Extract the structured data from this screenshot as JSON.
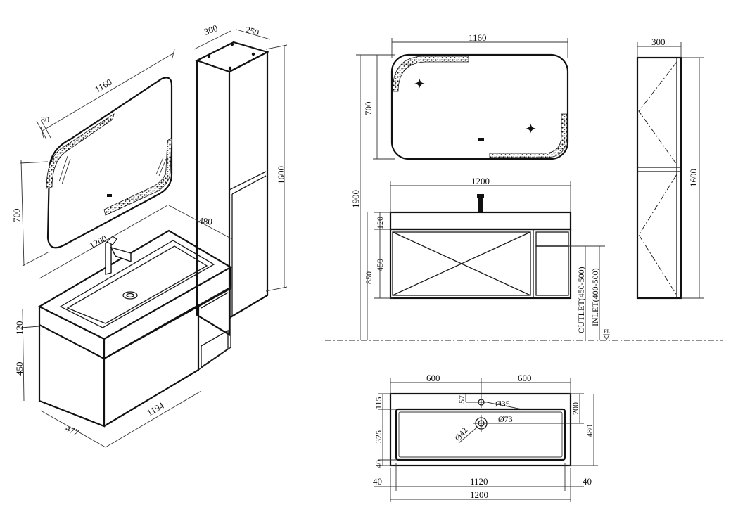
{
  "iso": {
    "mirror_width": "1160",
    "mirror_height": "700",
    "mirror_depth": "30",
    "vanity_width": "1200",
    "vanity_depth": "480",
    "top_height": "120",
    "drawer_height": "450",
    "base_depth": "477",
    "base_width": "1194",
    "tall_width": "300",
    "tall_depth": "250",
    "tall_height": "1600"
  },
  "front": {
    "mirror_width": "1160",
    "mirror_height": "700",
    "basin_width": "1200",
    "top_height": "120",
    "drawer_height": "450",
    "floor_to_top": "850",
    "overall_height": "1900",
    "outlet_label": "OUTLET(450-500)",
    "inlet_label": "INLET(400-500)",
    "floor_label": "FL"
  },
  "side": {
    "width": "300",
    "height": "1600"
  },
  "plan": {
    "left_half": "600",
    "right_half": "600",
    "top_margin": "115",
    "tap_offset": "57",
    "tap_hole": "Ø35",
    "drain_hole": "Ø73",
    "drain_inner": "Ø42",
    "front_to_drain": "200",
    "depth": "480",
    "bowl_depth": "325",
    "bottom_margin": "40",
    "left_margin": "40",
    "bowl_width": "1120",
    "right_margin": "40",
    "total_width": "1200"
  }
}
